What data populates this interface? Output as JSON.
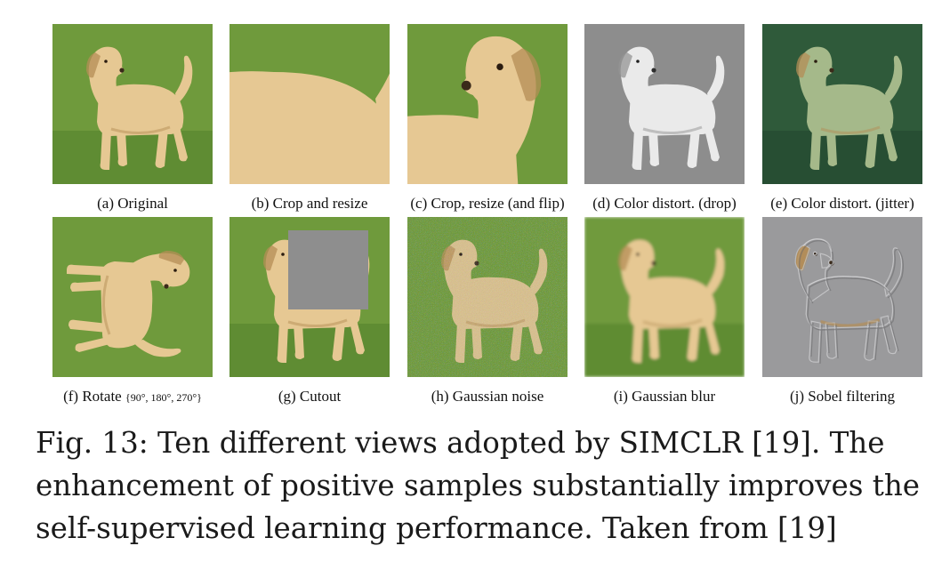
{
  "figure": {
    "panels": [
      {
        "label": "(a) Original",
        "kind": "original"
      },
      {
        "label": "(b) Crop and resize",
        "kind": "crop"
      },
      {
        "label": "(c) Crop, resize (and flip)",
        "kind": "crop-flip"
      },
      {
        "label": "(d) Color distort. (drop)",
        "kind": "gray"
      },
      {
        "label": "(e) Color distort. (jitter)",
        "kind": "jitter"
      },
      {
        "label": "(f) Rotate",
        "label_math": "{90°, 180°, 270°}",
        "kind": "rotate"
      },
      {
        "label": "(g) Cutout",
        "kind": "cutout"
      },
      {
        "label": "(h) Gaussian noise",
        "kind": "noise"
      },
      {
        "label": "(i) Gaussian blur",
        "kind": "blur"
      },
      {
        "label": "(j) Sobel filtering",
        "kind": "sobel"
      }
    ],
    "caption_lines": [
      "Fig. 13: Ten different views adopted by SIMCLR [19]. The",
      "enhancement of positive samples substantially improves the",
      "self-supervised learning performance. Taken from [19]"
    ]
  },
  "colors": {
    "grass": "#6f9a3c",
    "grass_dark": "#4f7a2a",
    "dog": "#e6c893",
    "dog_shade": "#c9a46a",
    "cutout_gray": "#8e8e8e"
  }
}
